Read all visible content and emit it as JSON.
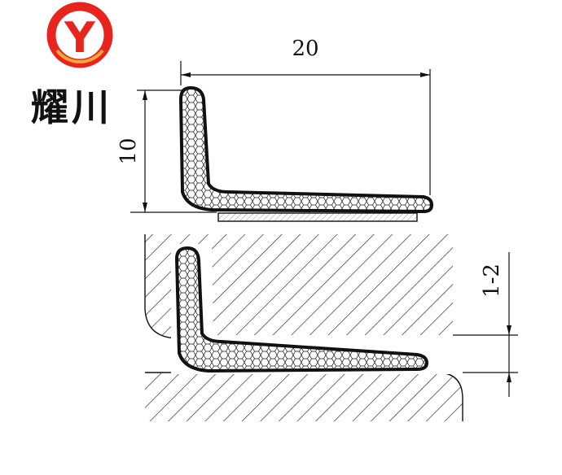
{
  "brand": {
    "logo_letter": "Y",
    "name": "耀川",
    "colors": {
      "ring": "#e8241f",
      "ring_inner": "#f7a83a",
      "letter": "#e8241f",
      "text": "#111111"
    }
  },
  "diagram": {
    "dimensions": {
      "width_value": "20",
      "height_value": "10",
      "gap_value": "1-2"
    },
    "colors": {
      "line": "#111111",
      "hatch": "#222222",
      "profile_fill": "#ffffff",
      "tape": "#dddddd"
    }
  }
}
